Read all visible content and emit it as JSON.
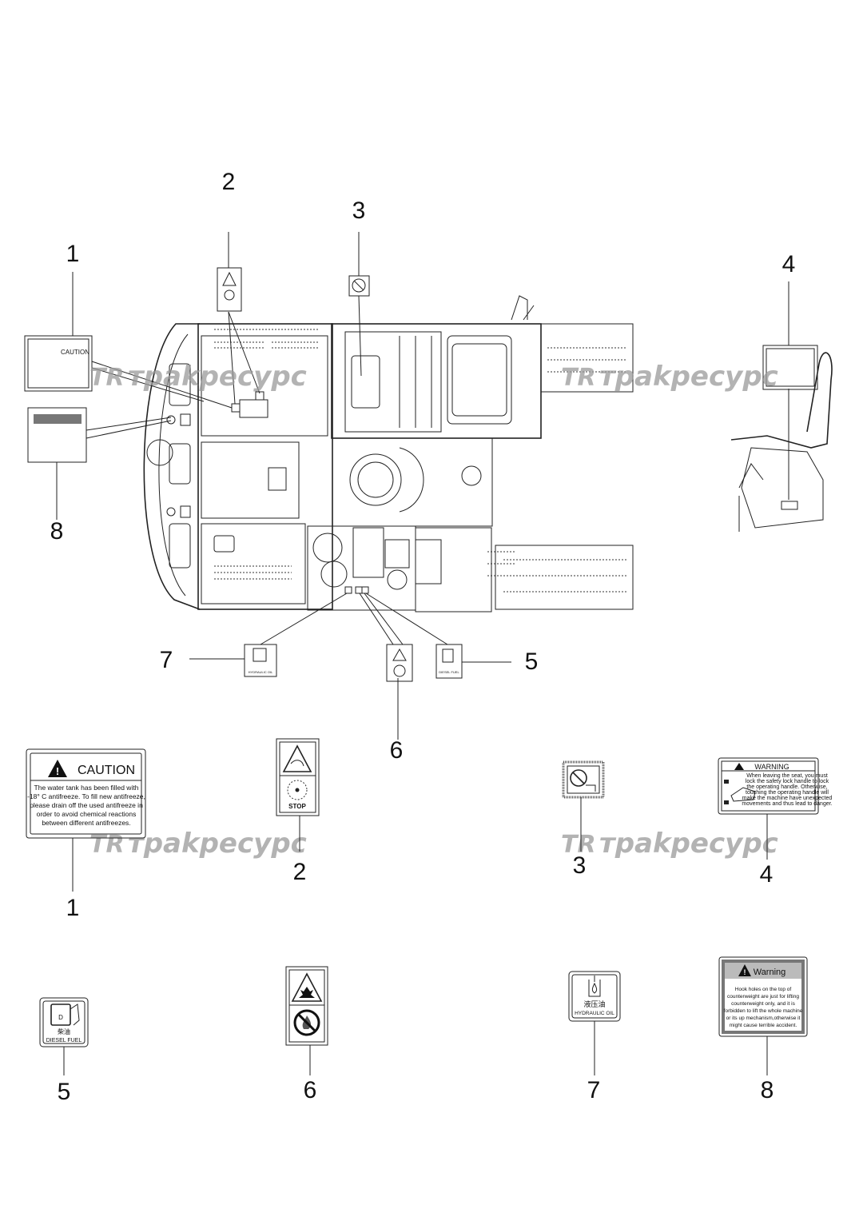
{
  "callouts": {
    "c1": "1",
    "c2": "2",
    "c3": "3",
    "c4": "4",
    "c5": "5",
    "c6": "6",
    "c7": "7",
    "c8": "8"
  },
  "watermark": {
    "text": "трakресурс",
    "logo": "TR"
  },
  "decal_caution": {
    "heading": "CAUTION",
    "lines": [
      "The water tank has been filled with",
      "-18° C antifreeze. To fill new antifreeze,",
      "please drain off the used antifreeze in",
      "order to avoid chemical reactions",
      "between different antifreezes."
    ]
  },
  "decal_stop": {
    "text": "STOP"
  },
  "decal_warning_seat": {
    "heading": "WARNING",
    "lines": [
      "When leaving the seat, you must",
      "lock the safety lock handle to lock",
      "the operating handle. Otherwise,",
      "touching the operating handle will",
      "make the machine have unexpected",
      "movements and thus lead to danger."
    ]
  },
  "decal_diesel": {
    "cn": "柴油",
    "en": "DIESEL FUEL",
    "icon": "fuel-pump-icon"
  },
  "decal_hydraulic": {
    "cn": "液压油",
    "en": "HYDRAULIC OIL",
    "icon": "oil-drop-icon"
  },
  "decal_warning_hook": {
    "heading": "Warning",
    "lines": [
      "Hook holes on the top of",
      "counterweight are just for lifting",
      "counterweight only, and it is",
      "forbidden to lift the whole machine",
      "or its up mechanism,otherwise it",
      "might cause terrible accident."
    ]
  },
  "icons": {
    "fan": "fan-hazard-icon",
    "no_touch": "no-touch-icon",
    "explosion": "explosion-hazard-icon",
    "no_fire": "no-open-flame-icon",
    "warning_triangle": "warning-triangle-icon"
  }
}
